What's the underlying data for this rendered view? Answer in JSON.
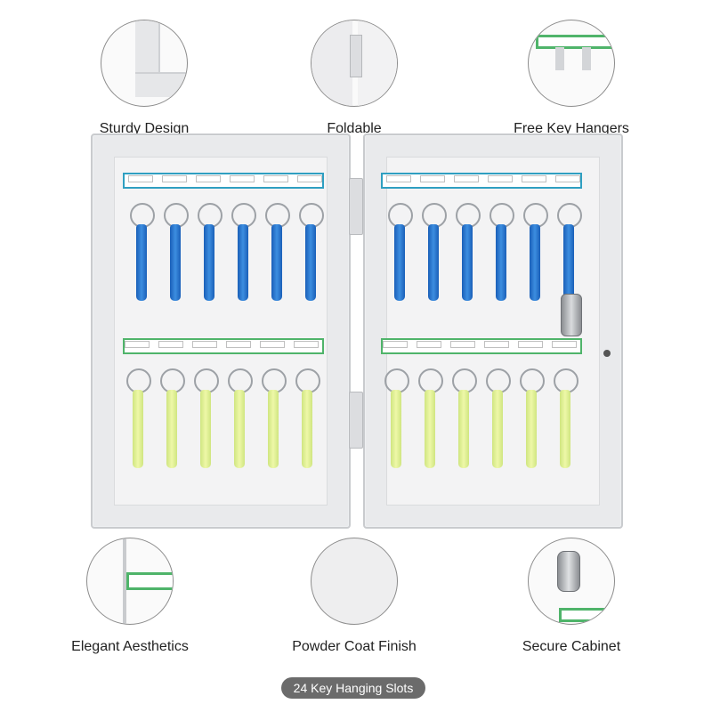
{
  "features": {
    "sturdy_design": "Sturdy Design",
    "foldable": "Foldable",
    "free_key_hangers": "Free Key Hangers",
    "elegant_aesthetics": "Elegant Aesthetics",
    "powder_coat_finish": "Powder Coat Finish",
    "secure_cabinet": "Secure Cabinet"
  },
  "banner": "24 Key Hanging Slots",
  "colors": {
    "top_strip": "#2f9fc1",
    "bottom_strip": "#4fb46a",
    "blue_fob": "#2f7fd8",
    "glow_fob": "#dff29a"
  },
  "icons": {
    "sturdy": "corner-detail-icon",
    "foldable": "hinge-icon",
    "hangers": "hanger-strip-icon",
    "elegant": "label-strip-icon",
    "finish": "surface-icon",
    "secure": "lock-icon"
  }
}
